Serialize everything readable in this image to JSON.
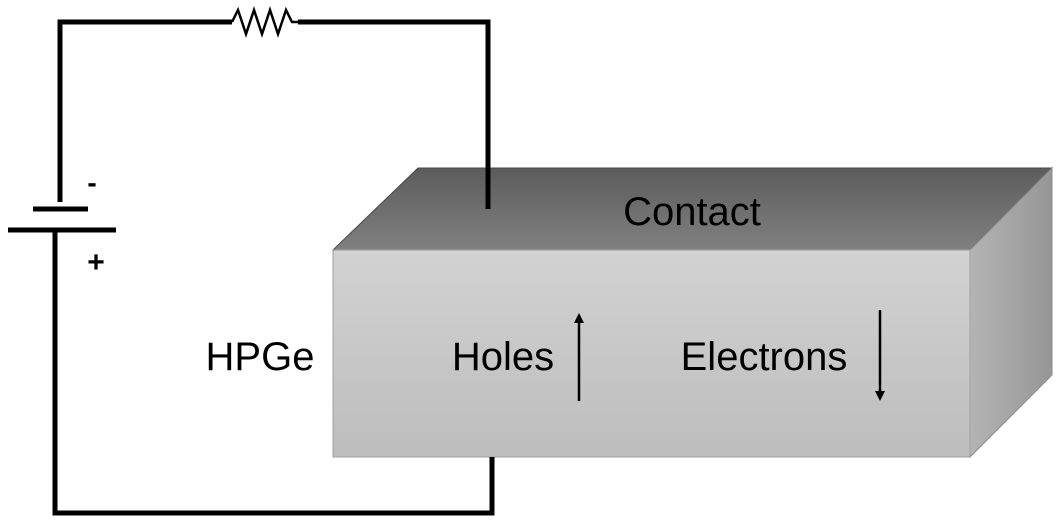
{
  "labels": {
    "contact": "Contact",
    "detector": "HPGe",
    "holes": "Holes",
    "electrons": "Electrons",
    "battery_negative": "-",
    "battery_positive": "+"
  },
  "colors": {
    "top_face": "#6d6d6d",
    "front_face": "#c8c8c8",
    "side_face": "#a6a6a6",
    "wire": "#000000"
  },
  "arrows": {
    "holes": "up",
    "electrons": "down"
  }
}
